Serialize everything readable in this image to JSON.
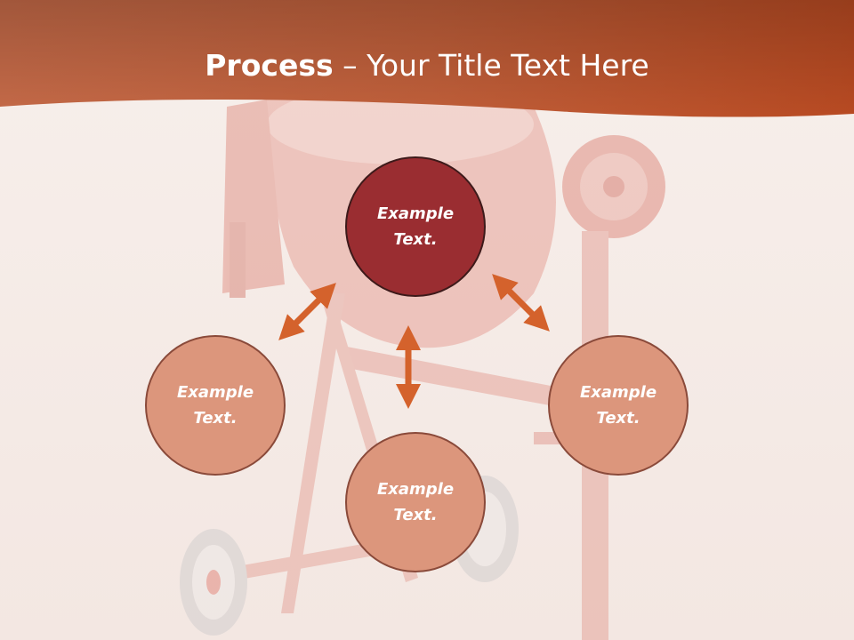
{
  "slide": {
    "title_strong": "Process",
    "title_rest": " – Your Title Text Here"
  },
  "diagram": {
    "center_label": "Example Text.",
    "nodes": [
      {
        "id": "left",
        "label": "Example Text."
      },
      {
        "id": "bottom",
        "label": "Example Text."
      },
      {
        "id": "right",
        "label": "Example Text."
      }
    ]
  },
  "colors": {
    "header": "#c8603a",
    "center_fill": "#9a2d31",
    "node_fill": "#dc967c",
    "arrow": "#d4622c"
  },
  "background_image": "cement-mixer-photo"
}
